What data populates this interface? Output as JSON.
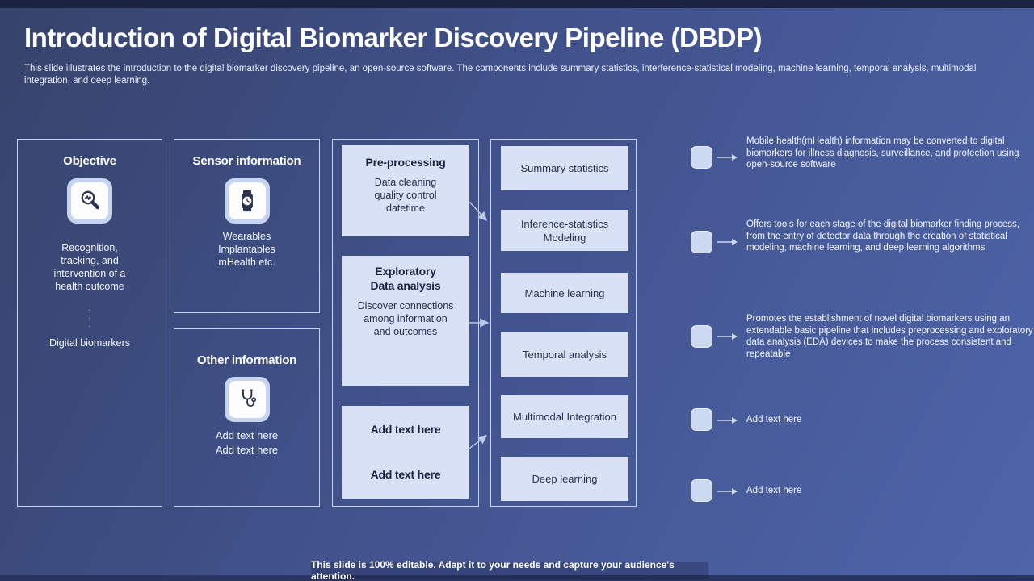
{
  "slide": {
    "title": "Introduction of Digital Biomarker Discovery Pipeline (DBDP)",
    "subtitle": "This slide illustrates the introduction to the digital biomarker discovery pipeline, an open-source software. The components include summary statistics, interference-statistical modeling, machine learning, temporal analysis, multimodal integration, and deep learning.",
    "footer": "This slide is 100% editable. Adapt it to your needs and capture your audience's attention."
  },
  "objective": {
    "title": "Objective",
    "icon": "magnifier-pulse-icon",
    "body_lines": [
      "Recognition,",
      "tracking, and",
      "intervention  of a",
      "health outcome"
    ],
    "dots": [
      ".",
      ".",
      "."
    ],
    "footer_label": "Digital biomarkers"
  },
  "sensor": {
    "title": "Sensor information",
    "icon": "smartwatch-icon",
    "lines": [
      "Wearables",
      "Implantables",
      "mHealth etc."
    ]
  },
  "other": {
    "title": "Other information",
    "icon": "stethoscope-icon",
    "lines": [
      "Add text here",
      "Add text here"
    ]
  },
  "process": {
    "card1": {
      "title": "Pre-processing",
      "lines": [
        "Data cleaning",
        "quality control",
        "datetime"
      ]
    },
    "card2": {
      "title1": "Exploratory",
      "title2": "Data analysis",
      "lines": [
        "Discover  connections",
        "among information",
        "and outcomes"
      ]
    },
    "card3": {
      "title1": "Add text here",
      "title2": "Add text here"
    }
  },
  "pipeline": {
    "steps": [
      "Summary statistics",
      "Inference-statistics Modeling",
      "Machine learning",
      "Temporal analysis",
      "Multimodal Integration",
      "Deep learning"
    ]
  },
  "annotations": [
    {
      "text": "Mobile health(mHealth) information may be converted to digital biomarkers for illness diagnosis, surveillance, and protection using open-source software"
    },
    {
      "text": "Offers tools for each stage of the digital biomarker finding process, from the entry  of detector data through the creation of statistical modeling, machine learning, and deep learning algorithms"
    },
    {
      "text": "Promotes the establishment of novel digital biomarkers using an extendable basic pipeline that includes preprocessing and exploratory  data analysis (EDA) devices to make the process consistent and repeatable"
    },
    {
      "text": "Add text here"
    },
    {
      "text": "Add text here"
    }
  ],
  "colors": {
    "background_dark": "#36436b",
    "background_light": "#4f65aa",
    "card_fill": "#d9e1f6",
    "outline": "#c9d5ef",
    "card_text": "#242e4d",
    "top_bar": "#1b2341"
  }
}
